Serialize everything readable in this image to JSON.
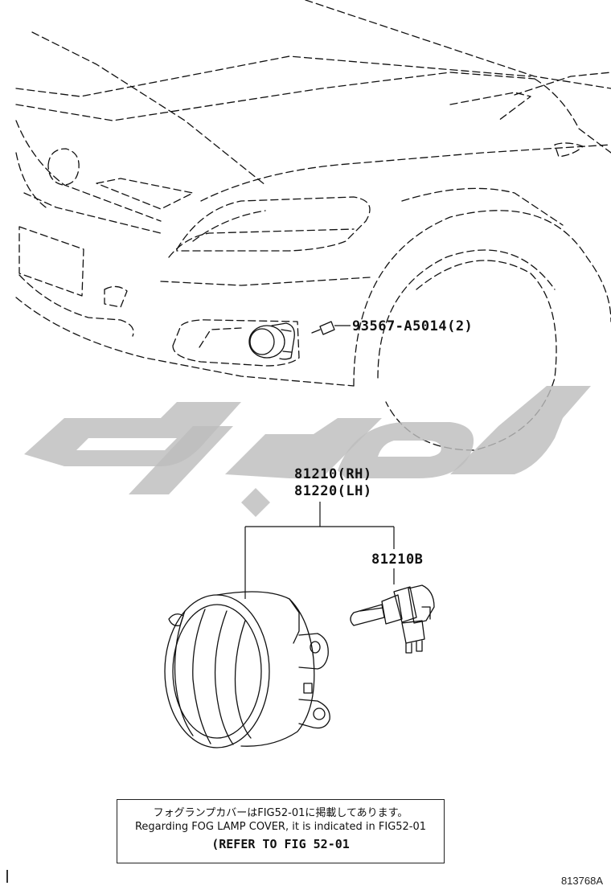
{
  "parts": {
    "screw": "93567-A5014(2)",
    "fog_lamp_rh": "81210(RH)",
    "fog_lamp_lh": "81220(LH)",
    "bulb": "81210B"
  },
  "note": {
    "japanese": "フォグランプカバーはFIG52-01に掲載してあります。",
    "english": "Regarding FOG LAMP COVER, it is indicated in FIG52-01",
    "reference": "(REFER TO FIG 52-01"
  },
  "figure_id": "813768A",
  "colors": {
    "line": "#111111",
    "watermark": "#bdbdbd",
    "background": "#ffffff"
  }
}
